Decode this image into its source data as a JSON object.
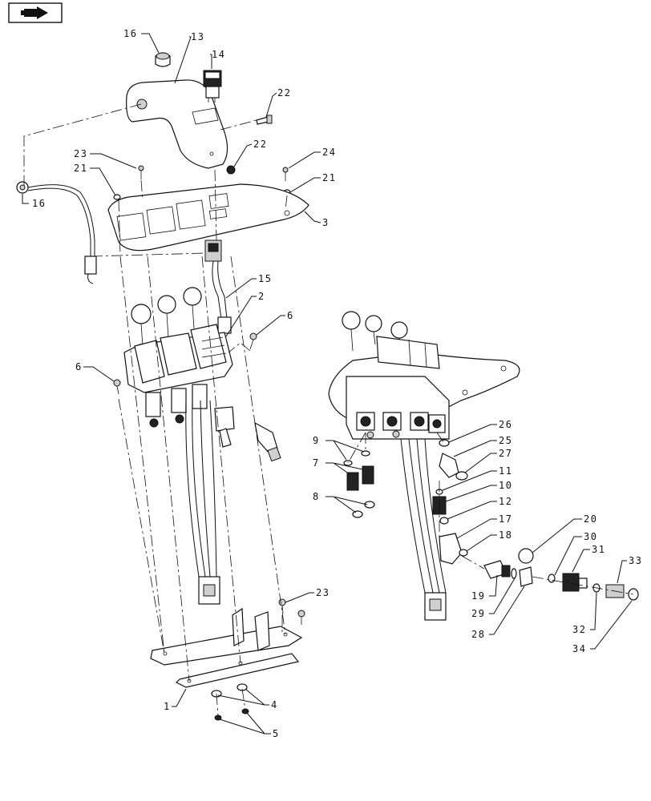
{
  "nav": {
    "icon": "arrow-right-icon"
  },
  "callouts": {
    "c16a": "16",
    "c13": "13",
    "c14": "14",
    "c22a": "22",
    "c22b": "22",
    "c23a": "23",
    "c21a": "21",
    "c16b": "16",
    "c24": "24",
    "c21b": "21",
    "c3": "3",
    "c15": "15",
    "c2": "2",
    "c6a": "6",
    "c6b": "6",
    "c23b": "23",
    "c1": "1",
    "c4": "4",
    "c5": "5",
    "c26": "26",
    "c25": "25",
    "c27": "27",
    "c9": "9",
    "c7": "7",
    "c11": "11",
    "c10": "10",
    "c8": "8",
    "c12": "12",
    "c17": "17",
    "c18": "18",
    "c20": "20",
    "c30": "30",
    "c31": "31",
    "c33": "33",
    "c19": "19",
    "c29": "29",
    "c28": "28",
    "c32": "32",
    "c34": "34"
  }
}
